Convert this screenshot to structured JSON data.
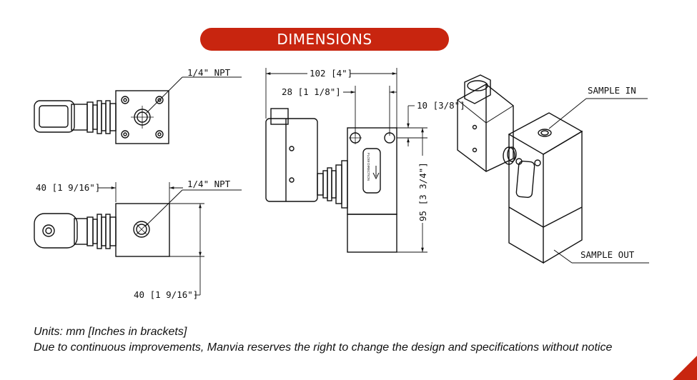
{
  "title": "DIMENSIONS",
  "labels": {
    "npt_top": "1/4\" NPT",
    "npt_side": "1/4\" NPT",
    "width_40": "40 [1 9/16\"]",
    "height_40": "40 [1 9/16\"]",
    "len_102": "102 [4\"]",
    "len_28": "28 [1 1/8\"]",
    "len_10": "10 [3/8\"]",
    "len_95": "95 [3 3/4\"]",
    "flow": "FLOW DIRECTION",
    "sample_in": "SAMPLE IN",
    "sample_out": "SAMPLE OUT"
  },
  "notes": {
    "units": "Units: mm [Inches in brackets]",
    "disclaimer": "Due to continuous improvements, Manvia reserves the right to change the design and specifications without notice"
  },
  "colors": {
    "accent": "#c8250f"
  }
}
